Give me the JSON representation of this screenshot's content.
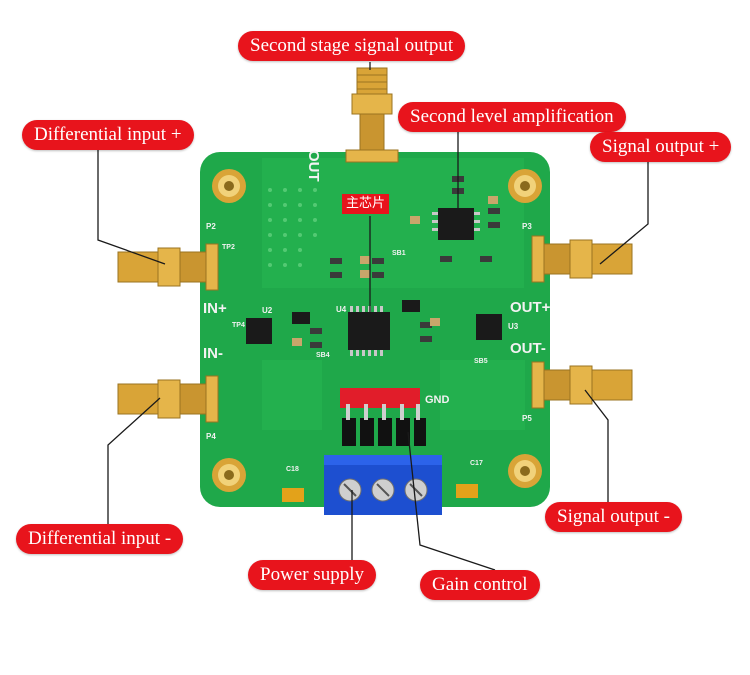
{
  "callouts": {
    "second_stage_output": "Second stage signal output",
    "differential_input_plus": "Differential input +",
    "second_level_amplification": "Second level amplification",
    "signal_output_plus": "Signal output +",
    "main_chip": "主芯片",
    "differential_input_minus": "Differential input -",
    "signal_output_minus": "Signal output -",
    "power_supply": "Power supply",
    "gain_control": "Gain control"
  },
  "silkscreen": {
    "out": "OUT",
    "in_plus": "IN+",
    "in_minus": "IN-",
    "out_plus": "OUT+",
    "out_minus": "OUT-",
    "gnd": "GND",
    "p2": "P2",
    "p3": "P3",
    "p4": "P4",
    "p5": "P5",
    "tp2": "TP2",
    "tp4": "TP4",
    "u2": "U2",
    "u3": "U3",
    "u4": "U4",
    "sb1": "SB1",
    "sb4": "SB4",
    "sb5": "SB5",
    "c18": "C18",
    "c17": "C17"
  },
  "colors": {
    "background": "#ffffff",
    "pcb": "#1fa84a",
    "callout": "#e8141c",
    "terminal_block": "#1d4fd0",
    "gold": "#d9a437",
    "leader_line": "#1a1a1a"
  }
}
